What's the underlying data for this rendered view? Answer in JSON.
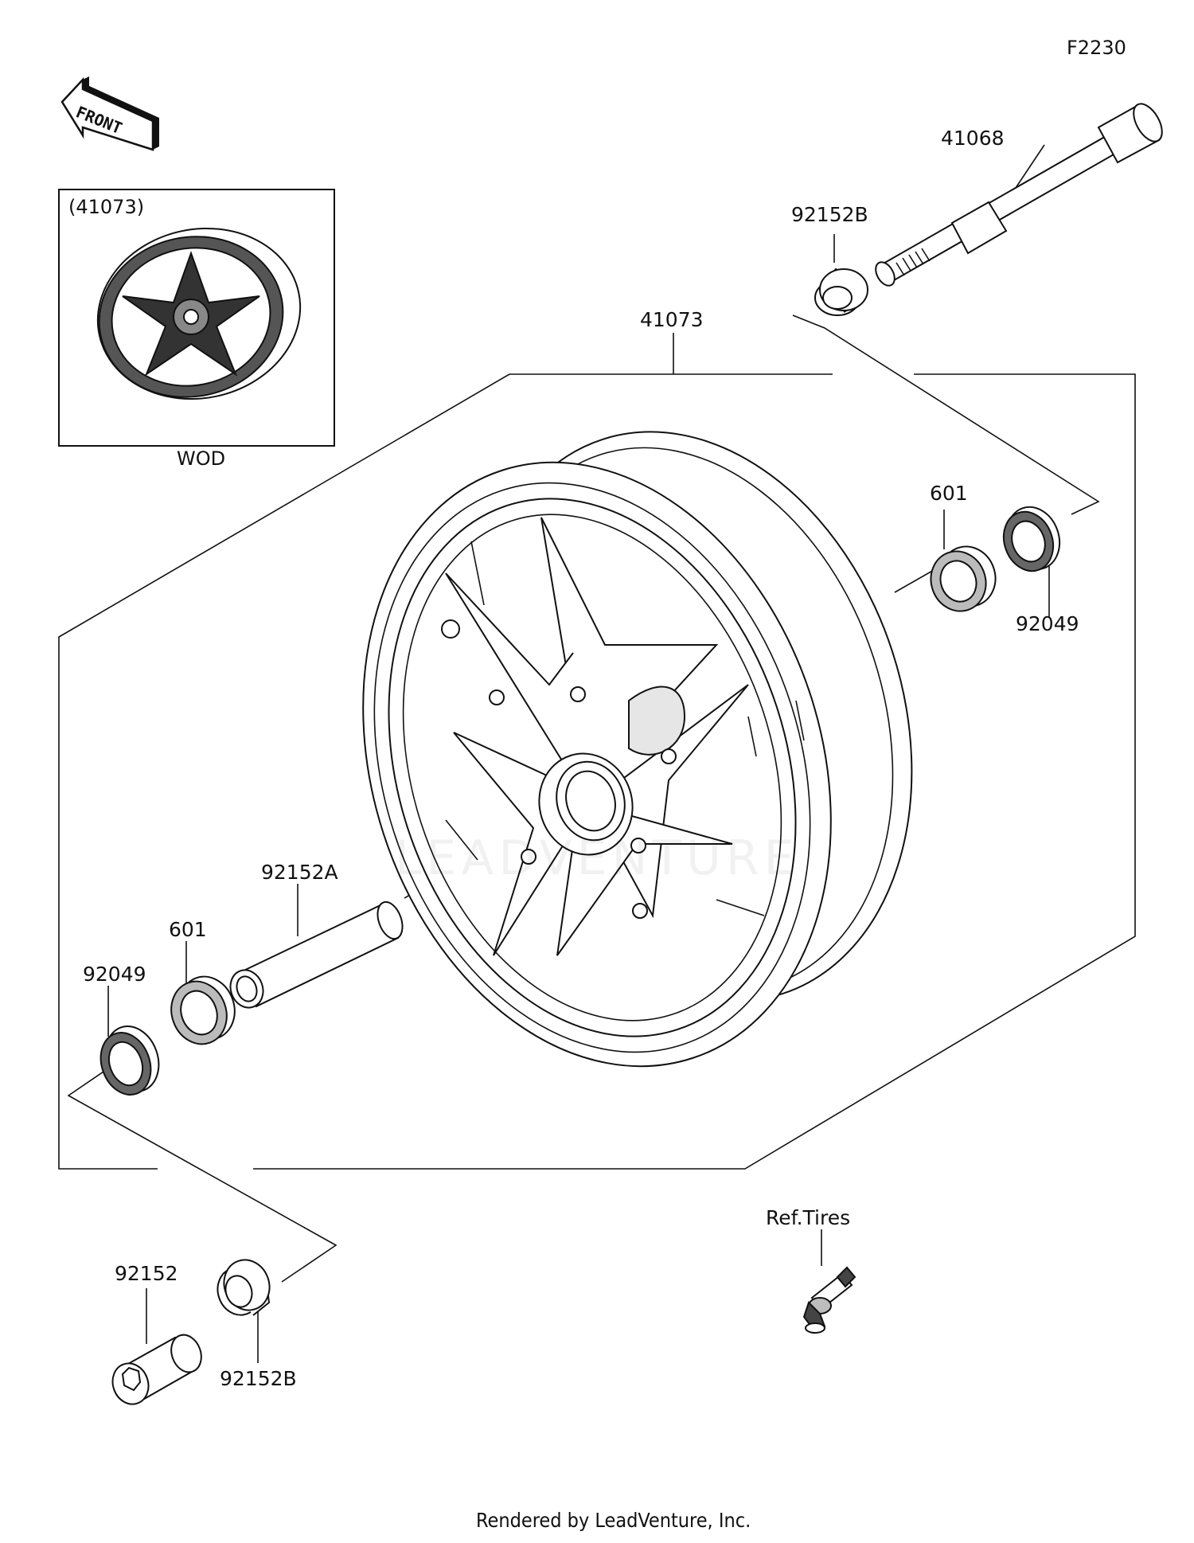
{
  "diagram_code": "F2230",
  "front_label": "FRONT",
  "inset": {
    "ref_label": "(41073)",
    "caption": "WOD"
  },
  "parts": {
    "wheel": "41073",
    "axle": "41068",
    "collar_top": "92152B",
    "bearing_right": "601",
    "seal_right": "92049",
    "spacer_center": "92152A",
    "bearing_left": "601",
    "seal_left": "92049",
    "collar_bottom_left": "92152",
    "collar_bottom_right": "92152B"
  },
  "valve_ref": "Ref.Tires",
  "watermark": "LEADVENTURE",
  "footer": "Rendered by LeadVenture, Inc."
}
